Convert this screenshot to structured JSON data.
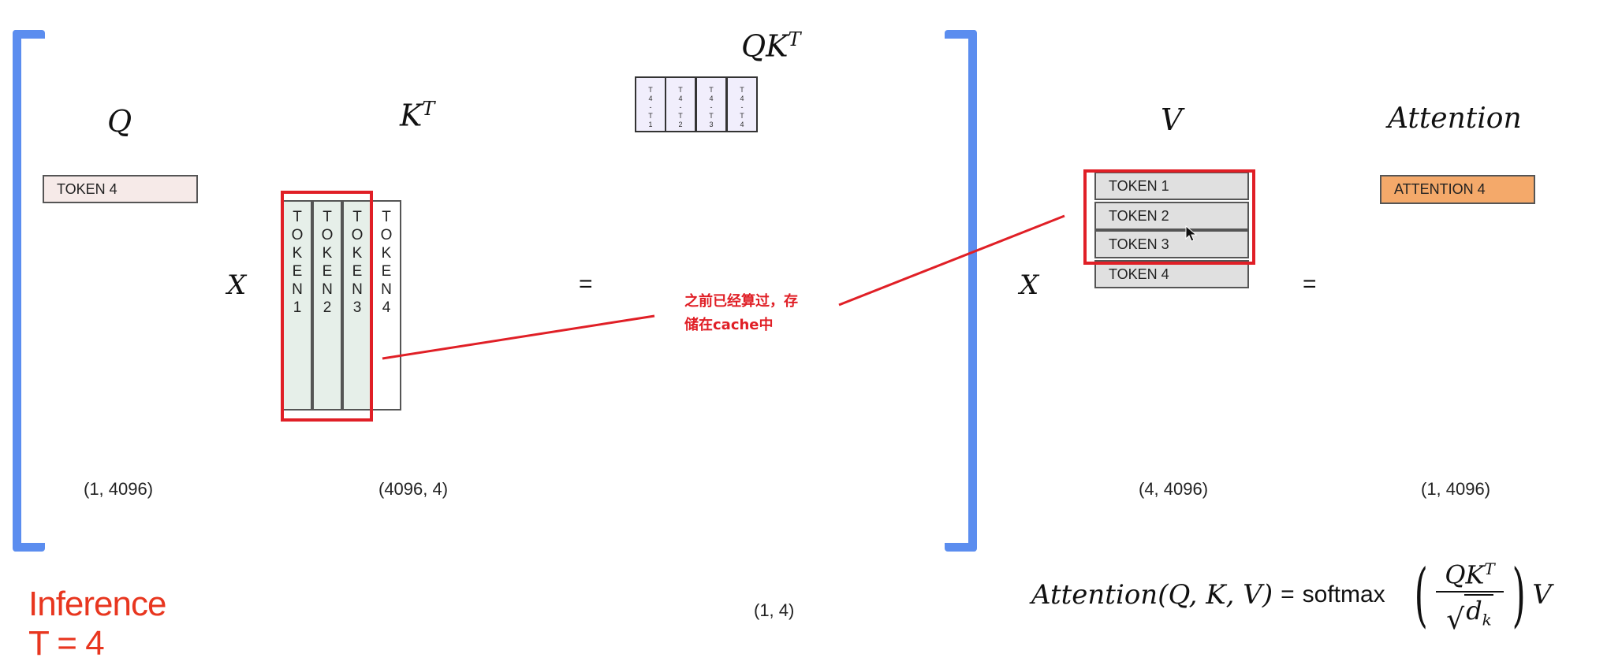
{
  "labels": {
    "q": "Q",
    "kt_base": "K",
    "kt_sup": "T",
    "qkt_base": "QK",
    "qkt_sup": "T",
    "v": "V",
    "attention": "Attention",
    "times": "X",
    "equals": "="
  },
  "q_row": "TOKEN 4",
  "k_columns": [
    "T\nO\nK\nE\nN\n1",
    "T\nO\nK\nE\nN\n2",
    "T\nO\nK\nE\nN\n3",
    "T\nO\nK\nE\nN\n4"
  ],
  "qkt_cells": [
    "T\n4\n-\nT\n1",
    "T\n4\n-\nT\n2",
    "T\n4\n-\nT\n3",
    "T\n4\n-\nT\n4"
  ],
  "v_rows": [
    "TOKEN 1",
    "TOKEN 2",
    "TOKEN 3",
    "TOKEN 4"
  ],
  "attention_row": "ATTENTION 4",
  "shapes": {
    "q": "(1, 4096)",
    "kt": "(4096, 4)",
    "qkt": "(1, 4)",
    "v": "(4, 4096)",
    "attention": "(1, 4096)"
  },
  "annotation": {
    "line1": "之前已经算过，存",
    "line2": "储在cache中"
  },
  "inference": {
    "line1": "Inference",
    "line2": "T = 4"
  },
  "formula": {
    "lhs": "Attention(Q, K, V)",
    "eq": "=",
    "softmax": "softmax",
    "numerator_base": "QK",
    "numerator_sup": "T",
    "denominator": "d",
    "denominator_sub": "k",
    "tail": "V"
  },
  "colors": {
    "bracket": "#5b8def",
    "highlight": "#e01f26",
    "q_fill": "#f6eae8",
    "attention_fill": "#f4a96a",
    "k_fill": "#e6efe9",
    "qkt_fill": "#f1eefc",
    "v_fill": "#e0e0e0",
    "inference_text": "#e8361f"
  }
}
